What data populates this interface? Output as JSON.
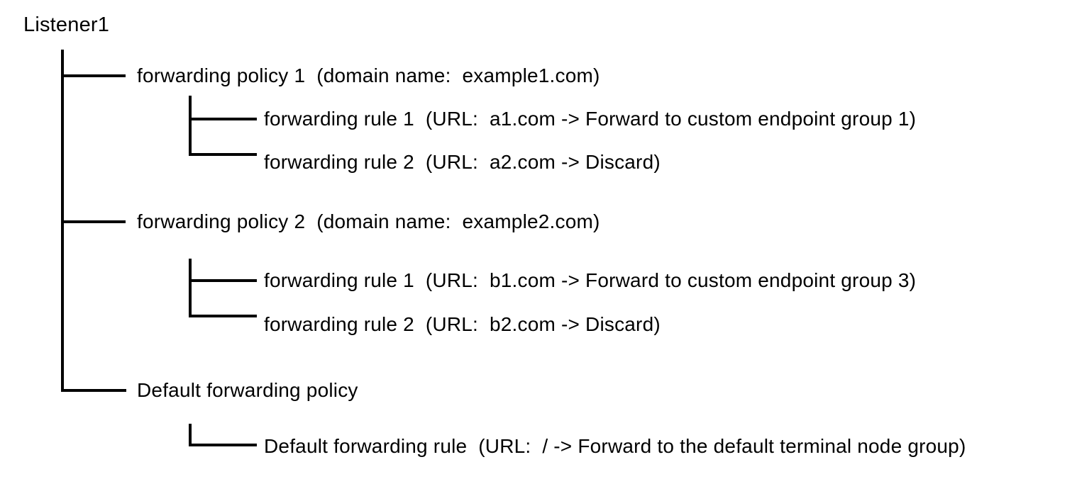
{
  "colors": {
    "background": "#ffffff",
    "line": "#000000",
    "text": "#000000"
  },
  "diagram": {
    "root_label": "Listener1",
    "policies": [
      {
        "label": "forwarding policy 1  (domain name:  example1.com)",
        "rules": [
          "forwarding rule 1  (URL:  a1.com -> Forward to custom endpoint group 1)",
          "forwarding rule 2  (URL:  a2.com -> Discard)"
        ]
      },
      {
        "label": "forwarding policy 2  (domain name:  example2.com)",
        "rules": [
          "forwarding rule 1  (URL:  b1.com -> Forward to custom endpoint group 3)",
          "forwarding rule 2  (URL:  b2.com -> Discard)"
        ]
      },
      {
        "label": "Default forwarding policy",
        "rules": [
          "Default forwarding rule  (URL:  / -> Forward to the default terminal node group)"
        ]
      }
    ]
  }
}
